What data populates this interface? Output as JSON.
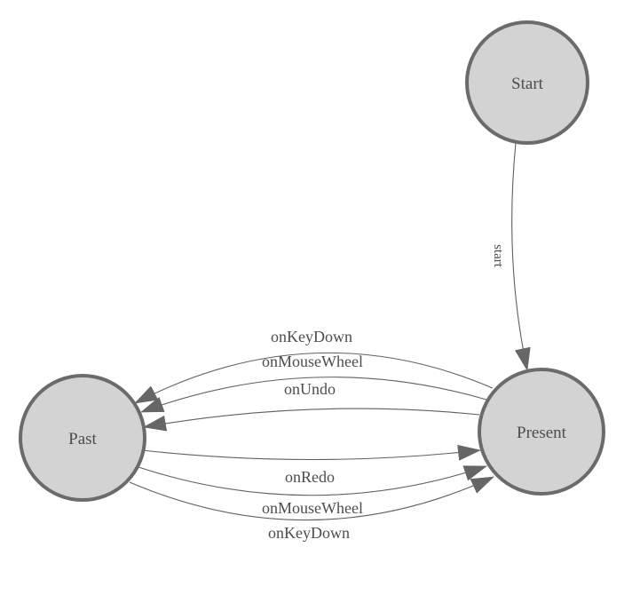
{
  "diagram": {
    "type": "state-machine",
    "nodes": [
      {
        "id": "start",
        "label": "Start"
      },
      {
        "id": "present",
        "label": "Present"
      },
      {
        "id": "past",
        "label": "Past"
      }
    ],
    "edges": [
      {
        "from": "Start",
        "to": "Present",
        "label": "start"
      },
      {
        "from": "Present",
        "to": "Past",
        "label": "onKeyDown"
      },
      {
        "from": "Present",
        "to": "Past",
        "label": "onMouseWheel"
      },
      {
        "from": "Present",
        "to": "Past",
        "label": "onUndo"
      },
      {
        "from": "Past",
        "to": "Present",
        "label": "onRedo"
      },
      {
        "from": "Past",
        "to": "Present",
        "label": "onMouseWheel"
      },
      {
        "from": "Past",
        "to": "Present",
        "label": "onKeyDown"
      }
    ],
    "colors": {
      "background": "#ffffff",
      "node_fill": "#d3d3d3",
      "node_border": "#6b6b6b",
      "edge_stroke": "#606060",
      "arrowhead": "#666666",
      "label": "#4d4d4d"
    }
  }
}
